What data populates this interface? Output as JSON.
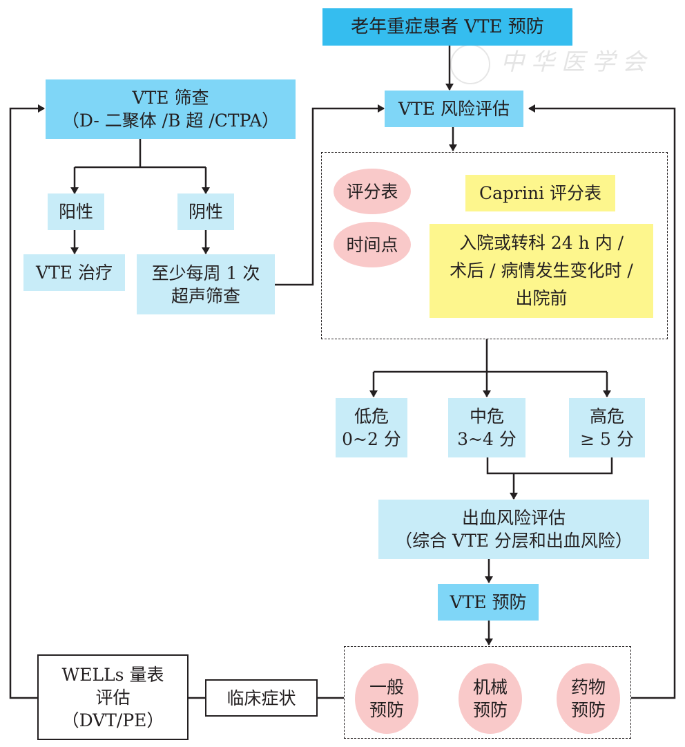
{
  "watermark": "中华医学会",
  "nodes": {
    "start": "老年重症患者 VTE 预防",
    "risk_assessment": "VTE 风险评估",
    "screening": {
      "line1": "VTE 筛查",
      "line2": "（D- 二聚体 /B 超 /CTPA）"
    },
    "positive": "阳性",
    "negative": "阴性",
    "treatment": "VTE 治疗",
    "weekly_ultrasound": {
      "line1": "至少每周 1 次",
      "line2": "超声筛查"
    },
    "scale_label": "评分表",
    "scale_value": "Caprini 评分表",
    "time_label": "时间点",
    "time_value": {
      "line1": "入院或转科 24 h 内 /",
      "line2": "术后 / 病情发生变化时 /",
      "line3": "出院前"
    },
    "low_risk": {
      "line1": "低危",
      "line2": "0~2 分"
    },
    "mid_risk": {
      "line1": "中危",
      "line2": "3~4 分"
    },
    "high_risk": {
      "line1": "高危",
      "line2": "≥ 5 分"
    },
    "bleeding": {
      "line1": "出血风险评估",
      "line2": "（综合 VTE 分层和出血风险）"
    },
    "prevention": "VTE 预防",
    "general": {
      "line1": "一般",
      "line2": "预防"
    },
    "mechanical": {
      "line1": "机械",
      "line2": "预防"
    },
    "drug": {
      "line1": "药物",
      "line2": "预防"
    },
    "symptoms": "临床症状",
    "wells": {
      "line1": "WELLs 量表",
      "line2": "评估",
      "line3": "（DVT/PE）"
    }
  },
  "colors": {
    "dark_blue": "#35bdef",
    "mid_blue": "#7fd6f7",
    "light_blue": "#c8ecf8",
    "yellow": "#fdf68d",
    "pink": "#f9c9c9",
    "line": "#231f20"
  }
}
